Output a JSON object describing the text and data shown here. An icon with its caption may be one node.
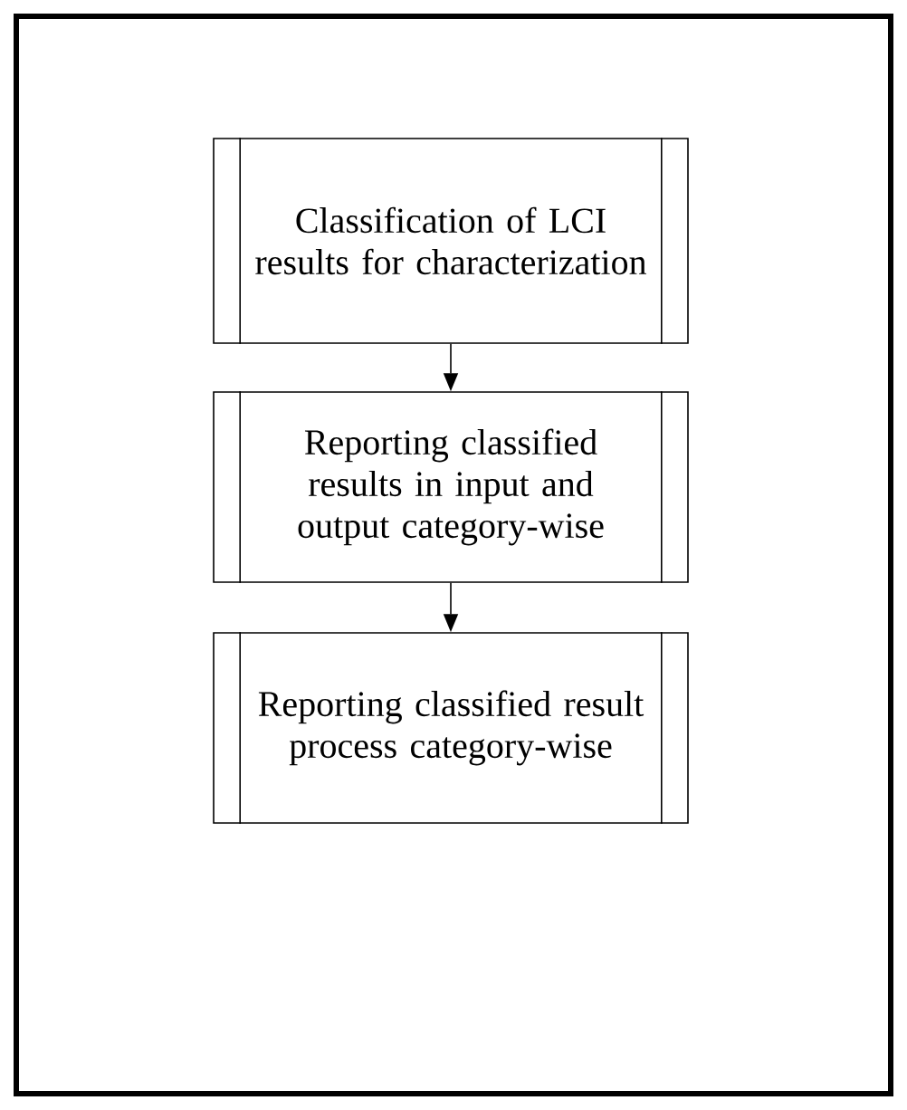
{
  "diagram": {
    "nodes": [
      {
        "text": [
          "Classification of LCI results for characterization"
        ]
      },
      {
        "text": [
          "Reporting classified results in input and output category-wise"
        ]
      },
      {
        "text": [
          "Reporting classified result process category-wise"
        ]
      }
    ],
    "edges": [
      {
        "from": 0,
        "to": 1,
        "arrow": "to"
      },
      {
        "from": 1,
        "to": 2,
        "arrow": "to"
      }
    ]
  }
}
